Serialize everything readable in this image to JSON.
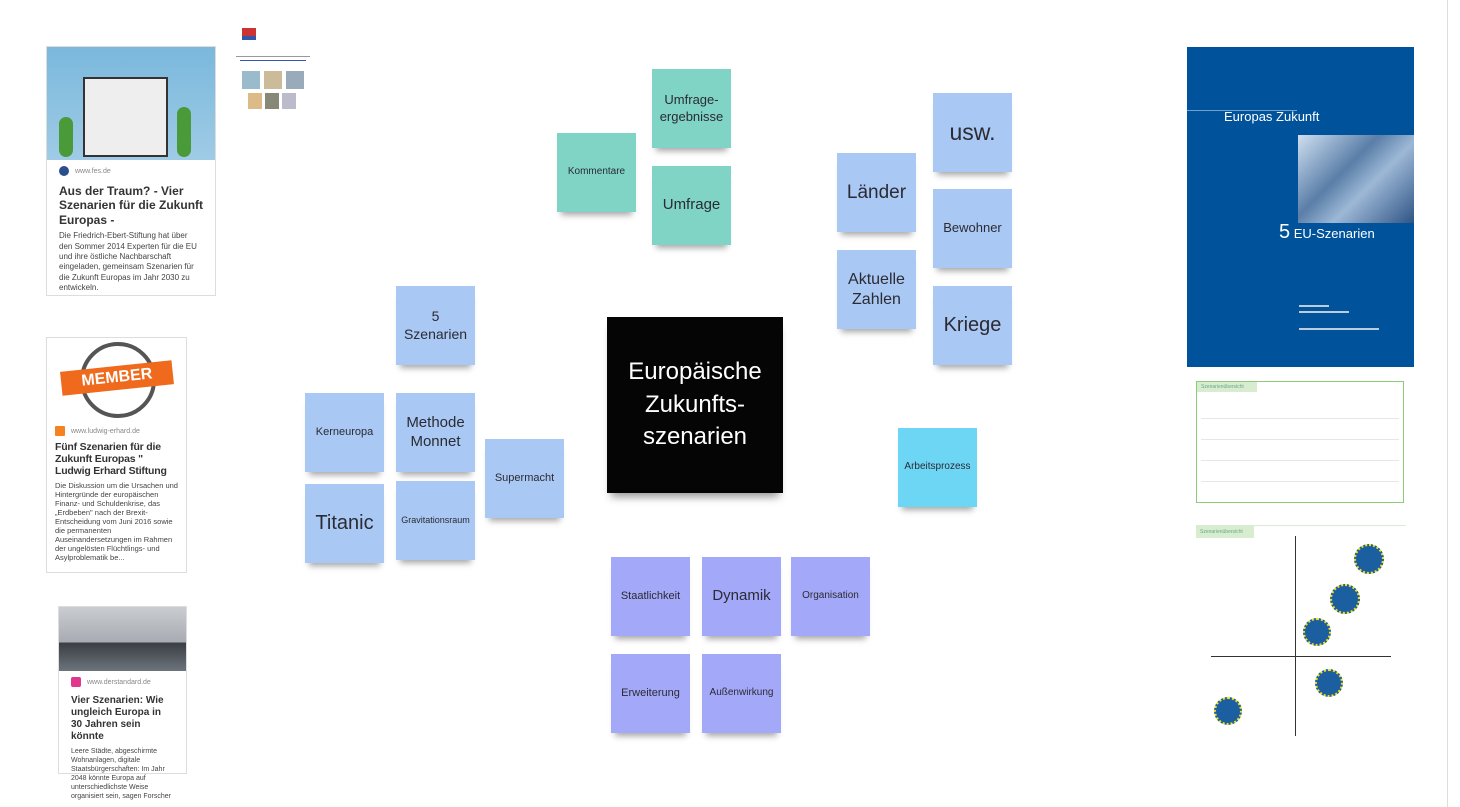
{
  "center": {
    "line1": "Europäische",
    "line2": "Zukunfts-",
    "line3": "szenarien"
  },
  "stickies": {
    "umfrageergebnisse": "Umfrage-ergebnisse",
    "kommentare": "Kommentare",
    "umfrage": "Umfrage",
    "usw": "usw.",
    "laender": "Länder",
    "bewohner": "Bewohner",
    "aktuelle_zahlen": "Aktuelle Zahlen",
    "kriege": "Kriege",
    "fuenf_szenarien": "5 Szenarien",
    "kerneuropa": "Kerneuropa",
    "methode_monnet": "Methode Monnet",
    "supermacht": "Supermacht",
    "titanic": "Titanic",
    "gravitationsraum": "Gravitationsraum",
    "arbeitsprozess": "Arbeitsprozess",
    "staatlichkeit": "Staatlichkeit",
    "dynamik": "Dynamik",
    "organisation": "Organisation",
    "erweiterung": "Erweiterung",
    "aussenwirkung": "Außenwirkung"
  },
  "cards": [
    {
      "source": "www.fes.de",
      "title": "Aus der Traum? - Vier Szenarien für die Zukunft Europas -",
      "text": "Die Friedrich-Ebert-Stiftung hat über den Sommer 2014 Experten für die EU und ihre östliche Nachbarschaft eingeladen, gemeinsam Szenarien für die Zukunft Europas im Jahr 2030 zu entwickeln."
    },
    {
      "source": "www.ludwig-erhard.de",
      "title": "Fünf Szenarien für die Zukunft Europas \" Ludwig Erhard Stiftung",
      "text": "Die Diskussion um die Ursachen und Hintergründe der europäischen Finanz- und Schuldenkrise, das „Erdbeben\" nach der Brexit-Entscheidung vom Juni 2016 sowie die permanenten Auseinandersetzungen im Rahmen der ungelösten Flüchtlings- und Asylproblematik be...",
      "badge": "MEMBER"
    },
    {
      "source": "www.derstandard.de",
      "title": "Vier Szenarien: Wie ungleich Europa in 30 Jahren sein könnte",
      "text": "Leere Städte, abgeschirmte Wohnanlagen, digitale Staatsbürgerschaften: Im Jahr 2048 könnte Europa auf unterschiedlichste Weise organisiert sein, sagen Forscher"
    }
  ],
  "book": {
    "title": "Europas Zukunft",
    "number": "5",
    "subtitle": "EU-Szenarien"
  },
  "images": {
    "table_title": "Szenarienübersicht",
    "chart_title": "Szenarienübersicht"
  },
  "colors": {
    "teal": "#7fd4c6",
    "blue": "#a9c8f4",
    "purple": "#a3a8f8",
    "cyan": "#6dd6f5",
    "book": "#00529b"
  }
}
